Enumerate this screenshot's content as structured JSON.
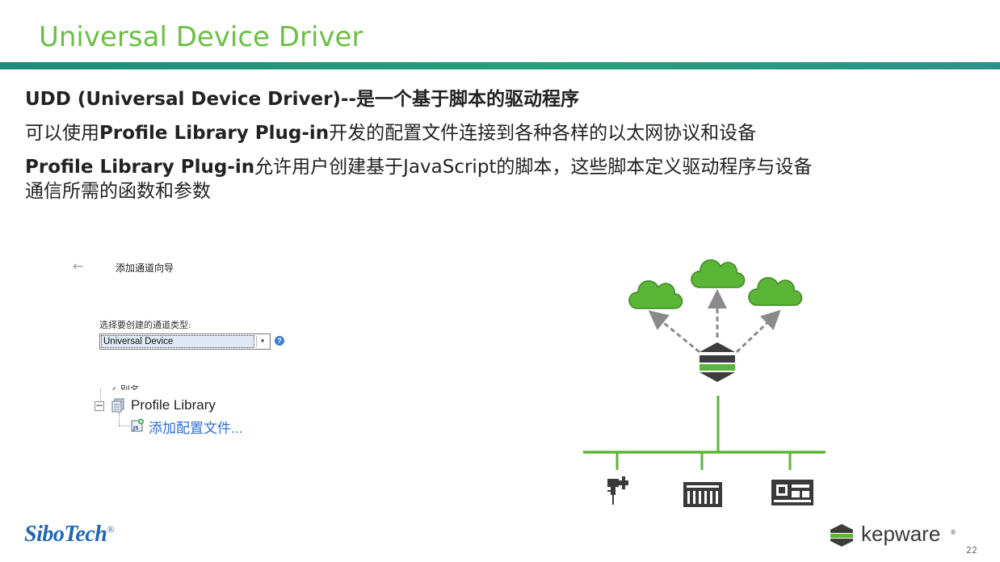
{
  "slide": {
    "title": "Universal Device Driver",
    "page_number": "22"
  },
  "bullets": [
    {
      "bold": "UDD (Universal Device Driver)--",
      "boldtail": "是一个基于脚本的驱动程序",
      "rest": ""
    },
    {
      "pre": "可以使用",
      "bold": "Profile Library Plug-in",
      "boldtail": "开发的配置文件连接到各种各样的以太网协议和设备"
    },
    {
      "bold": "Profile Library Plug-in",
      "rest": "允许用户创建基于JavaScript的脚本，这些脚本定义驱动程序与设备",
      "rest2": "通信所需的函数和参数"
    }
  ],
  "wizard": {
    "back_glyph": "←",
    "title": "添加通道向导",
    "select_label": "选择要创建的通道类型:",
    "select_value": "Universal Device",
    "help_glyph": "?",
    "tree_cut_text": "✓ 别名",
    "tree_expander_glyph": "−",
    "tree_item": "Profile Library",
    "tree_child": "添加配置文件..."
  },
  "colors": {
    "title_green": "#6cbf45",
    "cloud_green": "#5bb536",
    "link_blue": "#2f6fd6",
    "brand_blue": "#1f67b3"
  },
  "footer": {
    "brand_left": "SiboTech",
    "brand_left_mark": "®",
    "brand_right": "kepware",
    "brand_right_mark": "®"
  }
}
